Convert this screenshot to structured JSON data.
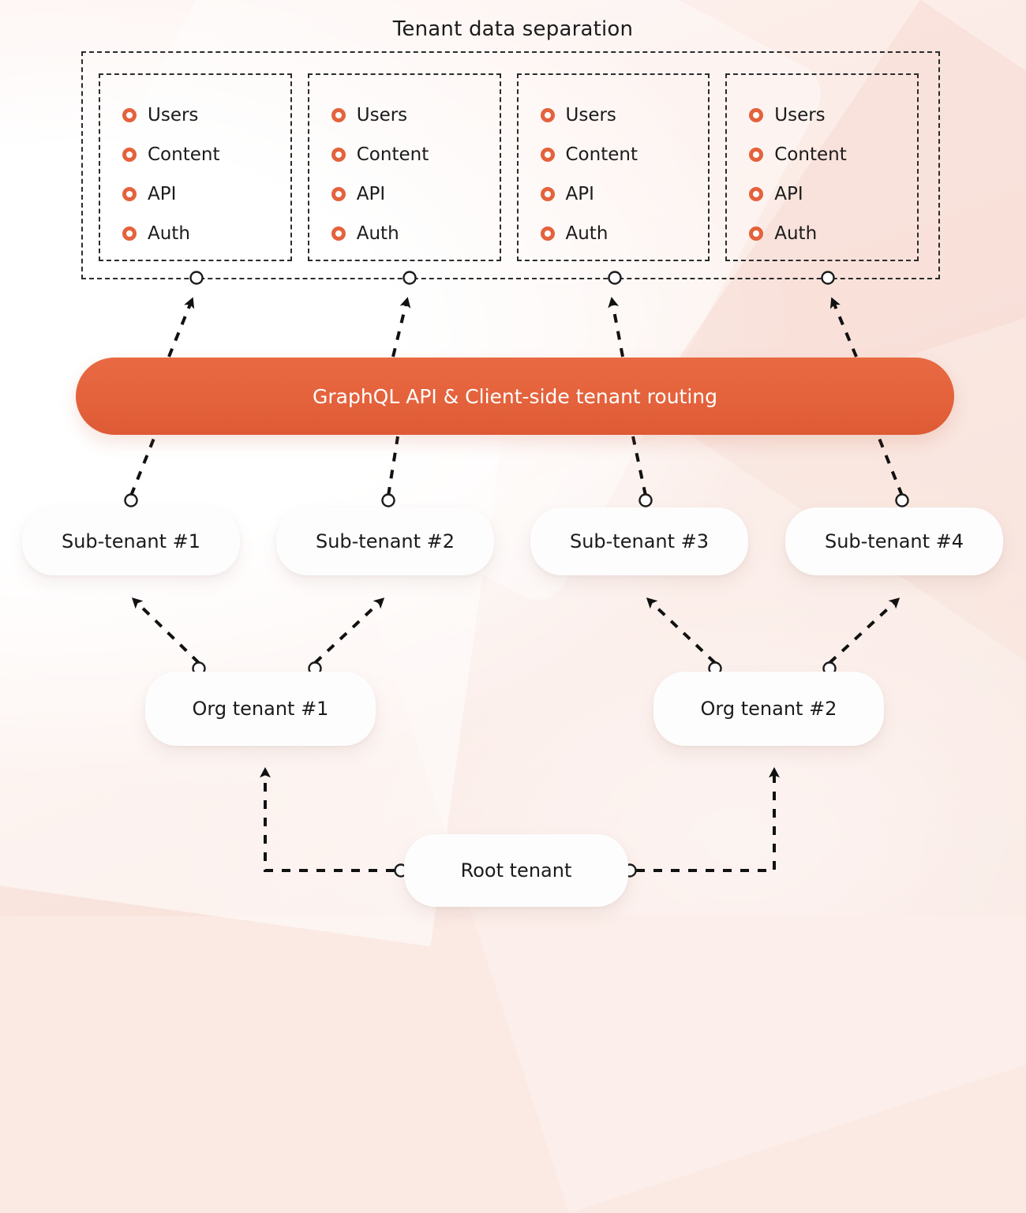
{
  "diagram": {
    "title": "Tenant data separation",
    "type": "multi-tenant architecture hierarchy",
    "colors": {
      "accent_orange": "#e4623c",
      "background_pink": "#fbeae4",
      "node_white": "#fdfdfd",
      "stroke_black": "#111111"
    }
  },
  "separation_zone": {
    "label": "Tenant data separation",
    "border_style": "dashed",
    "cards": [
      {
        "name": "tenant-card-1",
        "resources": [
          "Users",
          "Content",
          "API",
          "Auth"
        ]
      },
      {
        "name": "tenant-card-2",
        "resources": [
          "Users",
          "Content",
          "API",
          "Auth"
        ]
      },
      {
        "name": "tenant-card-3",
        "resources": [
          "Users",
          "Content",
          "API",
          "Auth"
        ]
      },
      {
        "name": "tenant-card-4",
        "resources": [
          "Users",
          "Content",
          "API",
          "Auth"
        ]
      }
    ],
    "bullet_icon": "ring-dot-icon"
  },
  "api_banner": {
    "label": "GraphQL API & Client-side tenant routing",
    "color": "#e4623c"
  },
  "sub_tenants": [
    {
      "label": "Sub-tenant #1"
    },
    {
      "label": "Sub-tenant #2"
    },
    {
      "label": "Sub-tenant #3"
    },
    {
      "label": "Sub-tenant #4"
    }
  ],
  "org_tenants": [
    {
      "label": "Org tenant #1"
    },
    {
      "label": "Org tenant #2"
    }
  ],
  "root_tenant": {
    "label": "Root tenant"
  },
  "connectors": {
    "style": "dashed-arrow",
    "port_icon": "circle-port-icon",
    "edges": [
      {
        "from": "GraphQL API & Client-side tenant routing",
        "to": "tenant-card-1"
      },
      {
        "from": "GraphQL API & Client-side tenant routing",
        "to": "tenant-card-2"
      },
      {
        "from": "GraphQL API & Client-side tenant routing",
        "to": "tenant-card-3"
      },
      {
        "from": "GraphQL API & Client-side tenant routing",
        "to": "tenant-card-4"
      },
      {
        "from": "Sub-tenant #1",
        "to": "GraphQL API & Client-side tenant routing"
      },
      {
        "from": "Sub-tenant #2",
        "to": "GraphQL API & Client-side tenant routing"
      },
      {
        "from": "Sub-tenant #3",
        "to": "GraphQL API & Client-side tenant routing"
      },
      {
        "from": "Sub-tenant #4",
        "to": "GraphQL API & Client-side tenant routing"
      },
      {
        "from": "Org tenant #1",
        "to": "Sub-tenant #1"
      },
      {
        "from": "Org tenant #1",
        "to": "Sub-tenant #2"
      },
      {
        "from": "Org tenant #2",
        "to": "Sub-tenant #3"
      },
      {
        "from": "Org tenant #2",
        "to": "Sub-tenant #4"
      },
      {
        "from": "Root tenant",
        "to": "Org tenant #1"
      },
      {
        "from": "Root tenant",
        "to": "Org tenant #2"
      }
    ]
  }
}
